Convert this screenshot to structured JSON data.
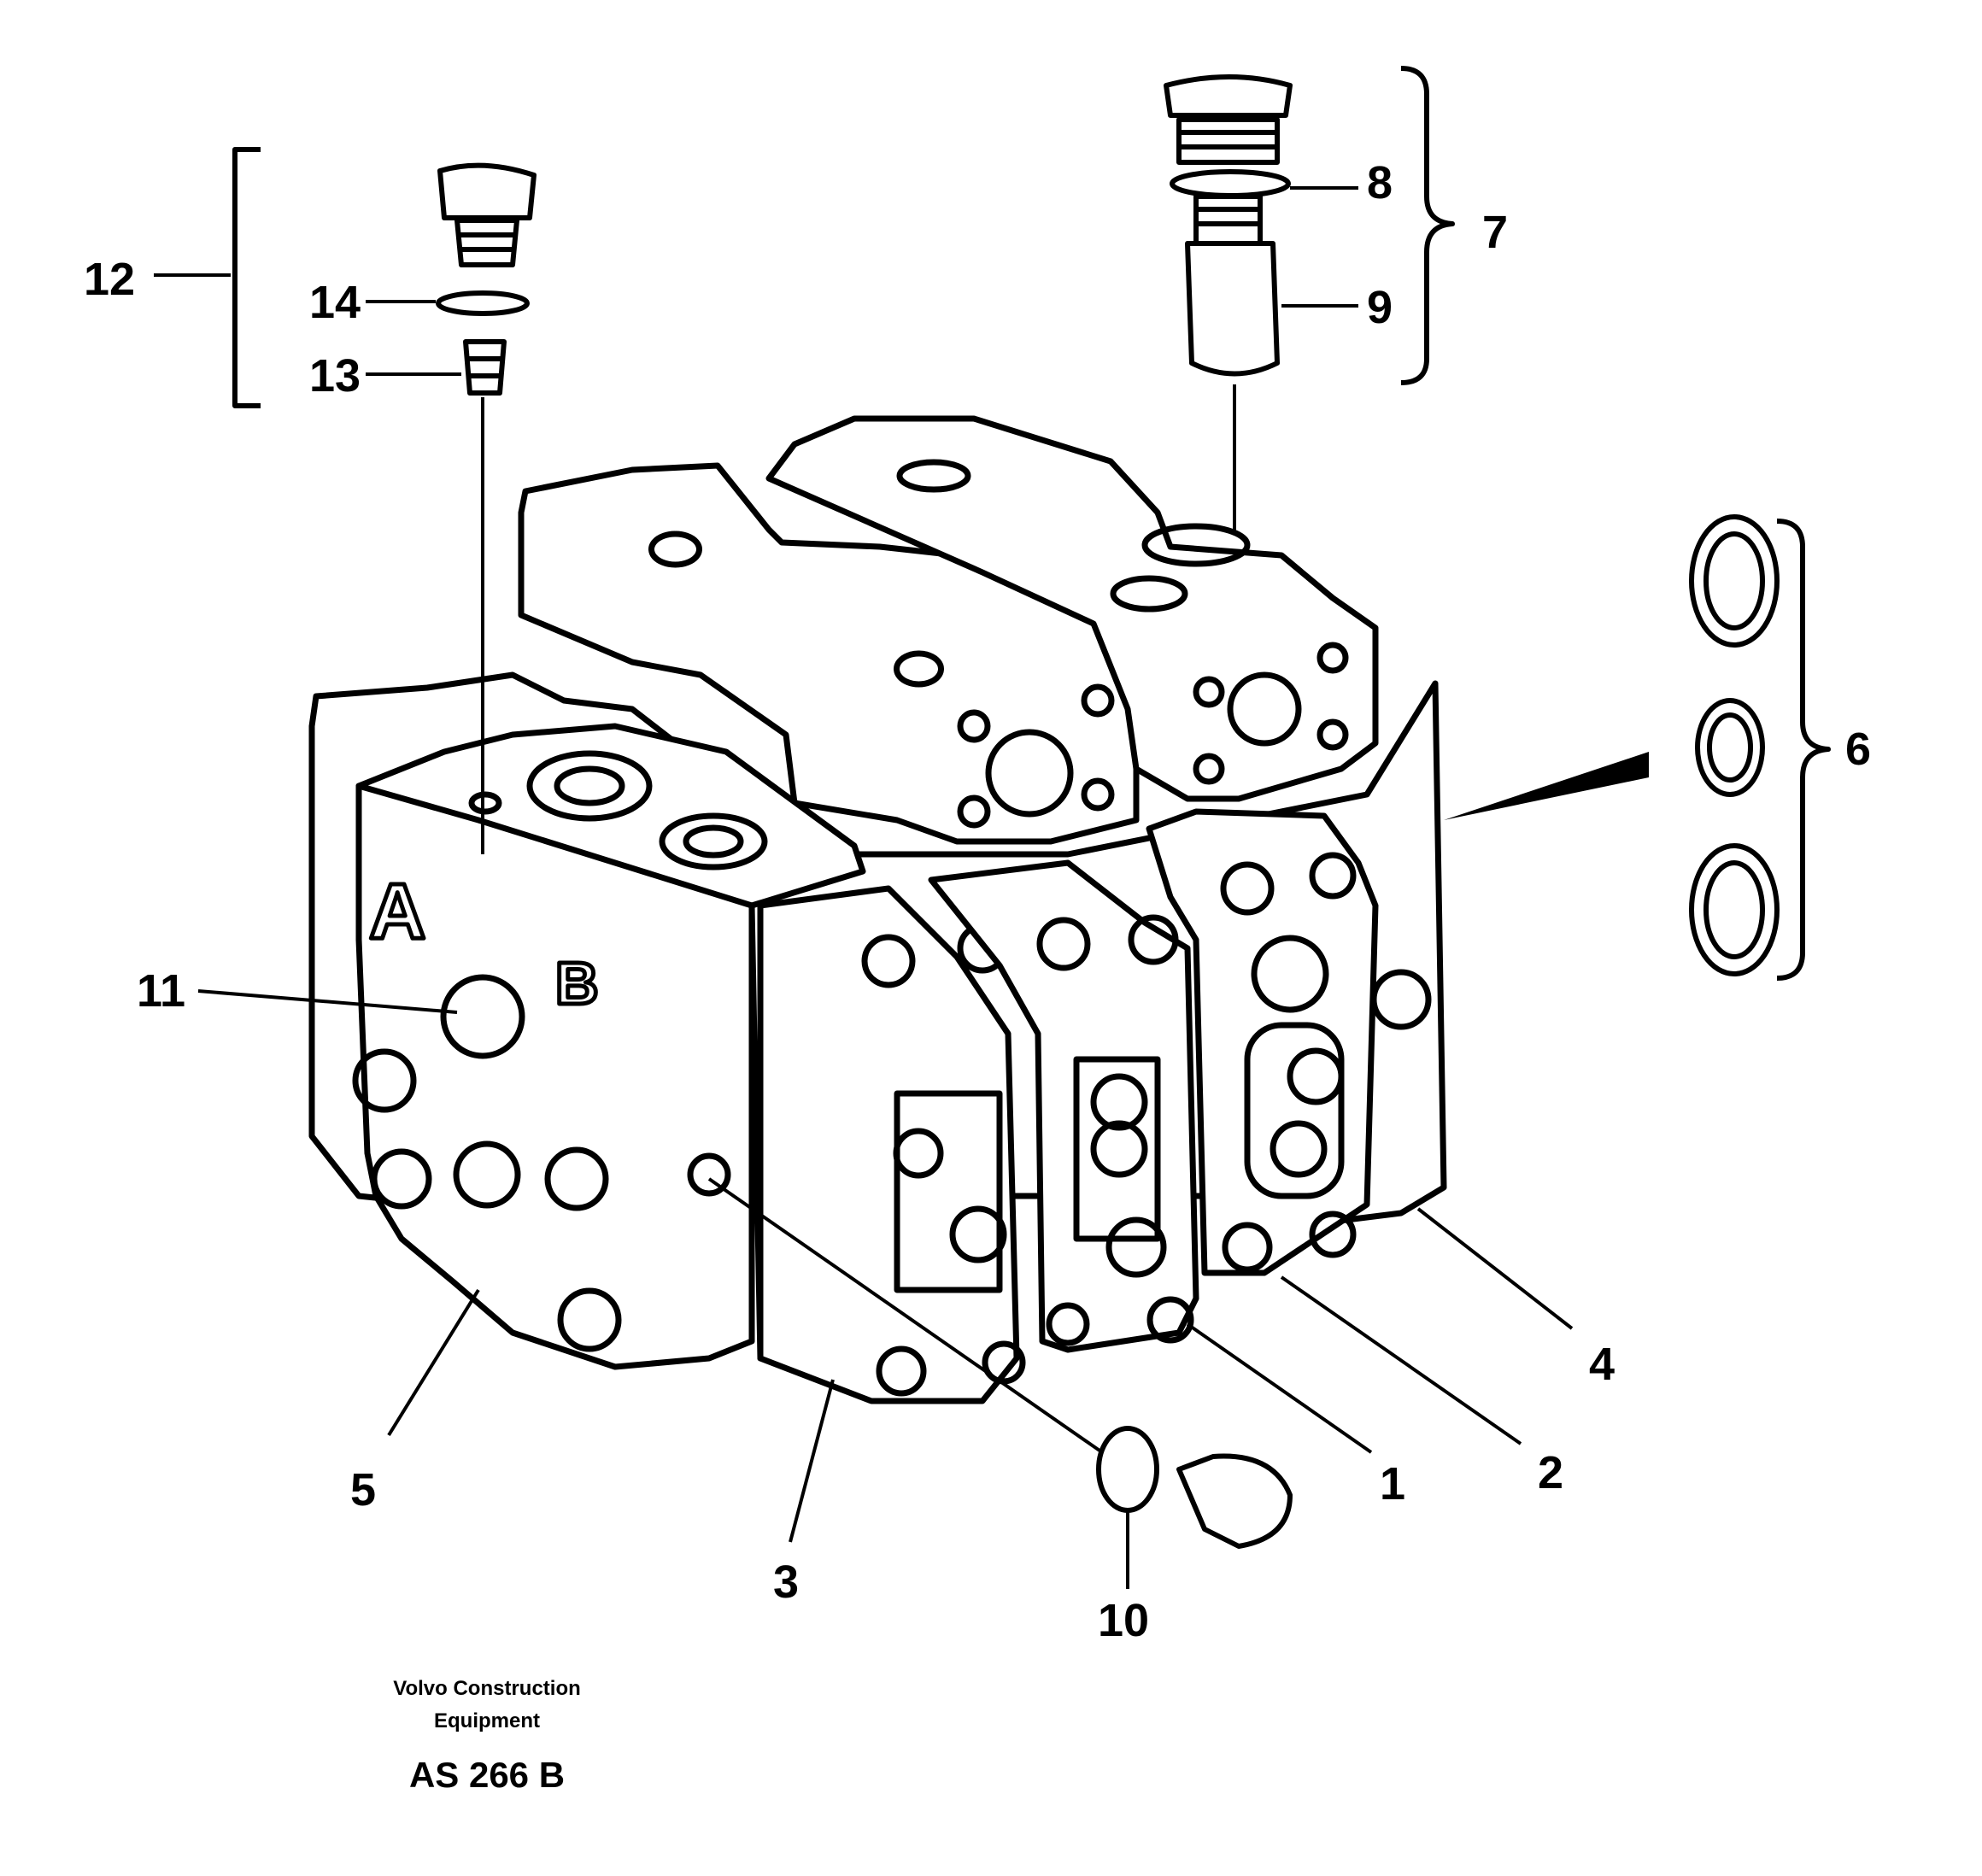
{
  "diagram": {
    "callouts": {
      "c1": "1",
      "c2": "2",
      "c3": "3",
      "c4": "4",
      "c5": "5",
      "c6": "6",
      "c7": "7",
      "c8": "8",
      "c9": "9",
      "c10": "10",
      "c11": "11",
      "c12": "12",
      "c13": "13",
      "c14": "14"
    }
  },
  "footer": {
    "company_line1": "Volvo Construction",
    "company_line2": "Equipment",
    "code": "AS 266 B"
  }
}
